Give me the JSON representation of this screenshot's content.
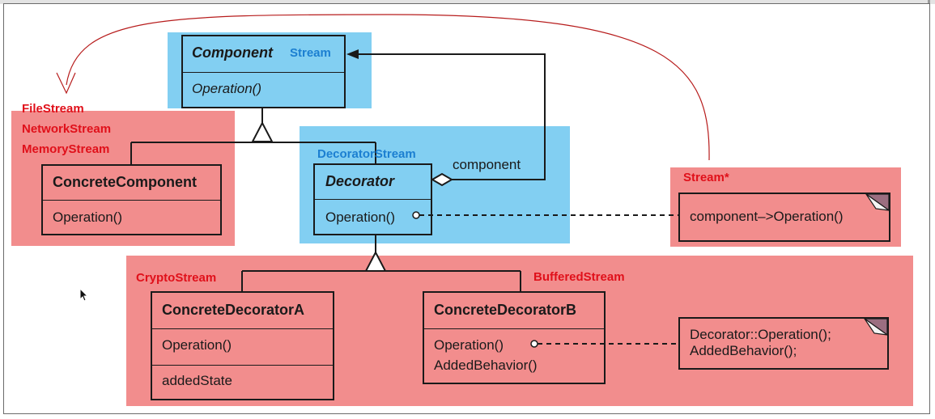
{
  "diagram": {
    "annotations": {
      "file_stream": "FileStream",
      "network_stream": "NetworkStream",
      "memory_stream": "MemoryStream",
      "stream": "Stream",
      "decorator_stream": "DecoratorStream",
      "stream_ptr": "Stream*",
      "crypto_stream": "CryptoStream",
      "buffered_stream": "BufferedStream"
    },
    "component": {
      "name": "Component",
      "operation": "Operation()"
    },
    "concrete_component": {
      "name": "ConcreteComponent",
      "operation": "Operation()"
    },
    "decorator": {
      "name": "Decorator",
      "operation": "Operation()",
      "association_label": "component"
    },
    "note_decorator": {
      "text": "component–>Operation()"
    },
    "concrete_decorator_a": {
      "name": "ConcreteDecoratorA",
      "operation": "Operation()",
      "state": "addedState"
    },
    "concrete_decorator_b": {
      "name": "ConcreteDecoratorB",
      "operation": "Operation()",
      "behavior": "AddedBehavior()"
    },
    "note_b": {
      "line1": "Decorator::Operation();",
      "line2": "AddedBehavior();"
    },
    "colors": {
      "blue_highlight": "#82cff2",
      "red_highlight": "#f28d8d",
      "red_text": "#e0101a",
      "blue_text": "#1b7fd1"
    }
  }
}
